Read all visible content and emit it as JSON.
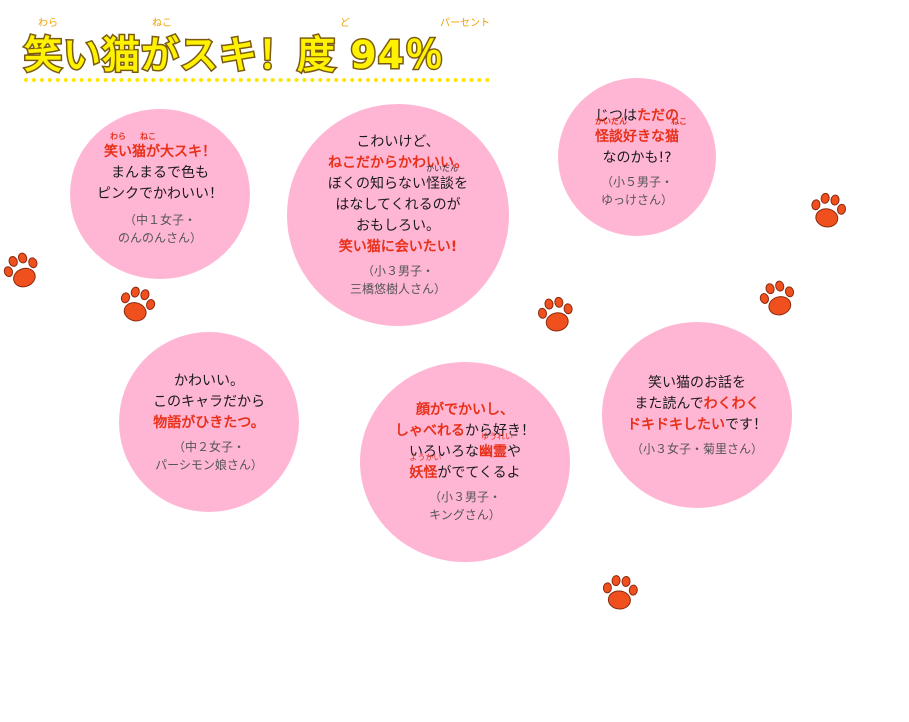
{
  "title": {
    "text": "笑い猫がスキ！度 94％",
    "ruby_wara": "わら",
    "ruby_neko": "ねこ",
    "ruby_do": "ど",
    "ruby_percent": "パーセント"
  },
  "colors": {
    "circle": "#ffb6d5",
    "highlight": "#e8311a",
    "paw": "#f0501e",
    "title": "#fff200"
  },
  "comments": [
    {
      "ruby1": "わら",
      "ruby2": "ねこ",
      "l1": "笑い猫が大スキ！",
      "l2": "まんまるで色も",
      "l3": "ピンクでかわいい！",
      "a1": "（中１女子・",
      "a2": "のんのんさん）"
    },
    {
      "l1": "こわいけど、",
      "l2": "ねこだからかわいい。",
      "ruby": "かいだん",
      "l3": "ぼくの知らない怪談を",
      "l4": "はなしてくれるのが",
      "l5": "おもしろい。",
      "l6": "笑い猫に会いたい!",
      "a1": "（小３男子・",
      "a2": "三橋悠樹人さん）"
    },
    {
      "l1a": "じつは",
      "l1b": "ただの",
      "ruby1": "かいだん",
      "ruby2": "ねこ",
      "l2": "怪談好きな猫",
      "l3": "なのかも!?",
      "a1": "（小５男子・",
      "a2": "ゆっけさん）"
    },
    {
      "l1": "かわいい。",
      "l2": "このキャラだから",
      "l3": "物語がひきたつ。",
      "a1": "（中２女子・",
      "a2": "パーシモン娘さん）"
    },
    {
      "l1": "顔がでかいし、",
      "l2a": "しゃべれる",
      "l2b": "から好き！",
      "ruby1": "ゆうれい",
      "l3a": "いろいろな",
      "l3b": "幽霊",
      "l3c": "や",
      "ruby2": "ようかい",
      "l4a": "妖怪",
      "l4b": "がでてくるよ",
      "a1": "（小３男子・",
      "a2": "キングさん）"
    },
    {
      "l1": "笑い猫のお話を",
      "l2a": "また読んで",
      "l2b": "わくわく",
      "l3a": "ドキドキしたい",
      "l3b": "です！",
      "a1": "（小３女子・菊里さん）"
    }
  ]
}
